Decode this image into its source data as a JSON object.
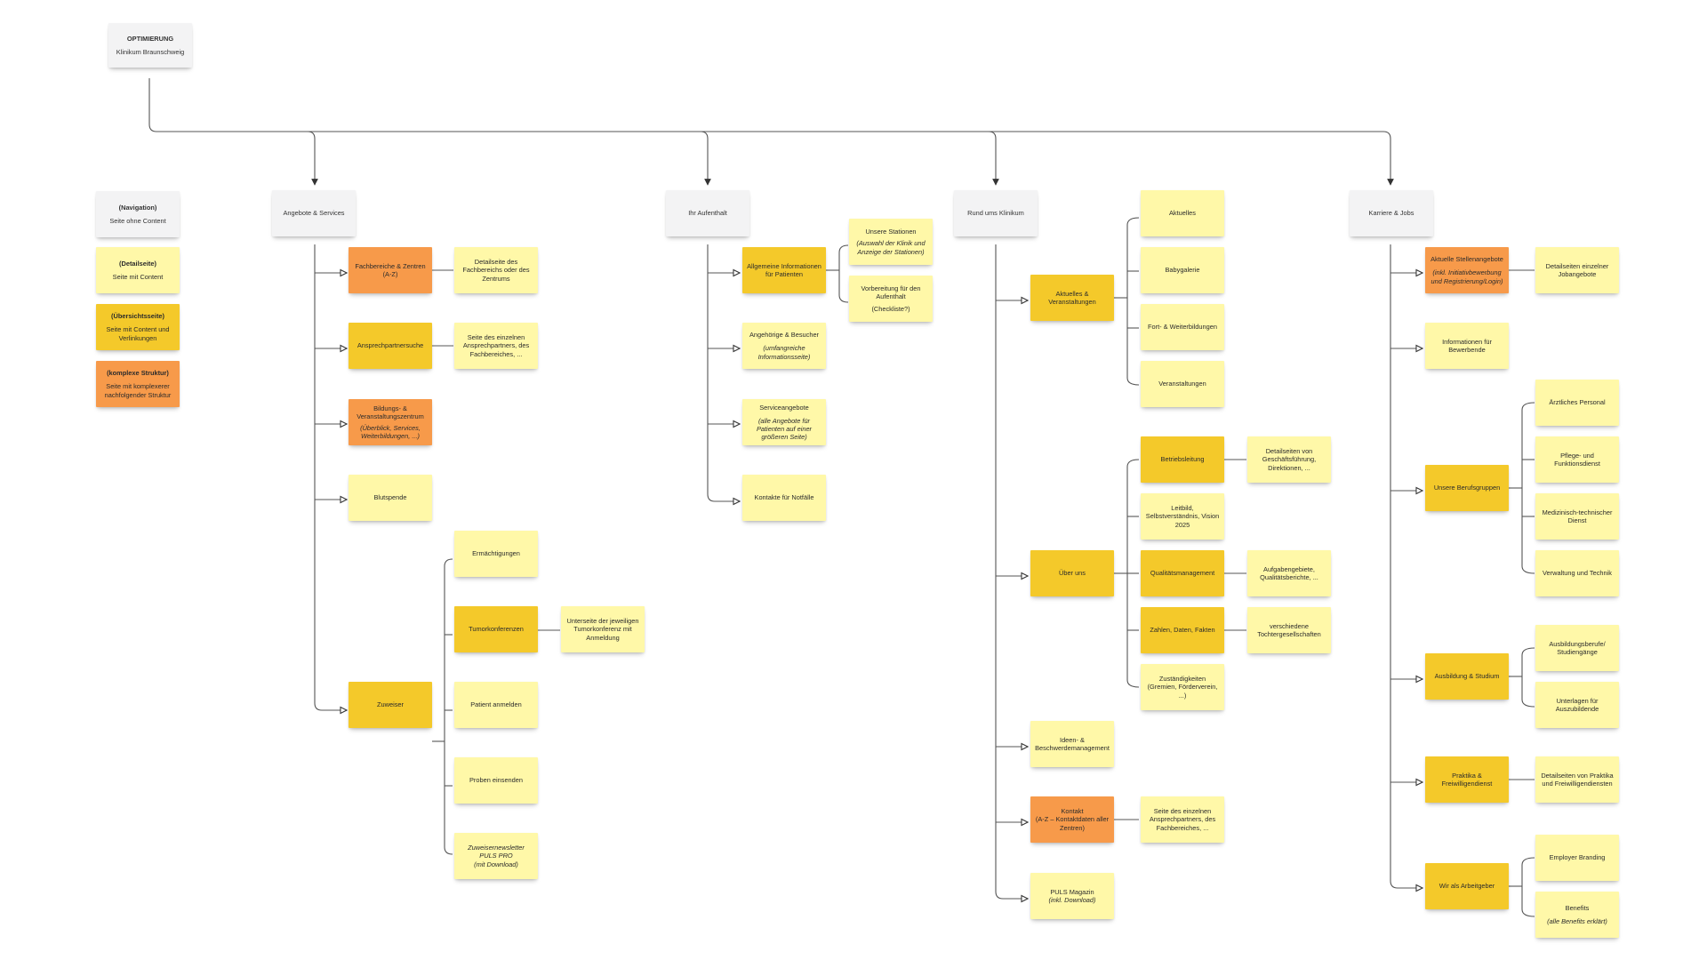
{
  "colors": {
    "white": "#f3f3f4",
    "pale": "#fff8a8",
    "gold": "#f4c92a",
    "orange": "#f79a4a",
    "line": "#555555"
  },
  "root": {
    "title": "OPTIMIERUNG",
    "subtitle": "Klinikum Braunschweig"
  },
  "legend": [
    {
      "title": "(Navigation)",
      "text": "Seite ohne Content",
      "type": "white"
    },
    {
      "title": "(Detailseite)",
      "text": "Seite mit Content",
      "type": "pale"
    },
    {
      "title": "(Übersichtsseite)",
      "text": "Seite mit Content und Verlinkungen",
      "type": "gold"
    },
    {
      "title": "(komplexe Struktur)",
      "text": "Seite mit komplexerer nachfolgender Struktur",
      "type": "orange"
    }
  ],
  "sections": {
    "angebote": "Angebote & Services",
    "aufenthalt": "Ihr Aufenthalt",
    "rund": "Rund ums Klinikum",
    "karriere": "Karriere & Jobs"
  },
  "nodes": {
    "fachbereiche": "Fachbereiche & Zentren\n(A-Z)",
    "fachbereiche_detail": "Detailseite des Fachbereichs oder des Zentrums",
    "ansprech": "Ansprechpartnersuche",
    "ansprech_detail": "Seite des einzelnen Ansprechpartners, des Fachbereiches, ...",
    "bildung_title": "Bildungs- & Veranstaltungszentrum",
    "bildung_note": "(Überblick, Services, Weiterbildungen, ...)",
    "blutspende": "Blutspende",
    "zuweiser": "Zuweiser",
    "ermaechtigungen": "Ermächtigungen",
    "tumor": "Tumorkonferenzen",
    "tumor_detail": "Unterseite der jeweiligen Tumorkonferenz mit Anmeldung",
    "patient": "Patient anmelden",
    "proben": "Proben einsenden",
    "newsletter_title": "Zuweisernewsletter PULS PRO",
    "newsletter_note": "(mit Download)",
    "allg_info": "Allgemeine Informationen für Patienten",
    "stationen_title": "Unsere Stationen",
    "stationen_note": "(Auswahl der Klinik und Anzeige der Stationen)",
    "vorbereitung_title": "Vorbereitung für den Aufenthalt",
    "vorbereitung_note": "(Checkliste?)",
    "angehoerige_title": "Angehörige & Besucher",
    "angehoerige_note": "(umfangreiche Informationsseite)",
    "service_title": "Serviceangebote",
    "service_note": "(alle Angebote für Patienten auf einer größeren Seite)",
    "notfall": "Kontakte für Notfälle",
    "aktuelles_va": "Aktuelles & Veranstaltungen",
    "aktuelles": "Aktuelles",
    "babygalerie": "Babygalerie",
    "fortbildung": "Fort- & Weiterbildungen",
    "veranstaltungen": "Veranstaltungen",
    "ueber_uns": "Über uns",
    "betriebsleitung": "Betriebsleitung",
    "betriebsleitung_detail": "Detailseiten von Geschäftsführung, Direktionen, ...",
    "leitbild": "Leitbild, Selbstverständnis, Vision 2025",
    "qualitaet": "Qualitätsmanagement",
    "qualitaet_detail": "Aufgabengebiete, Qualitätsberichte, ...",
    "zahlen": "Zahlen, Daten, Fakten",
    "zahlen_detail": "verschiedene Tochtergesellschaften",
    "zustaendig": "Zuständigkeiten\n(Gremien, Förderverein, ...)",
    "ideen": "Ideen- & Beschwerdemanagement",
    "kontakt": "Kontakt\n(A-Z – Kontaktdaten aller Zentren)",
    "kontakt_detail": "Seite des einzelnen Ansprechpartners, des Fachbereiches, ...",
    "puls_title": "PULS Magazin",
    "puls_note": "(inkl. Download)",
    "stellen_title": "Aktuelle Stellenangebote",
    "stellen_note": "(inkl. Initiativbewerbung und Registrierung/Login)",
    "stellen_detail": "Detailseiten einzelner Jobangebote",
    "bewerbende": "Informationen für Bewerbende",
    "berufsgruppen": "Unsere Berufsgruppen",
    "aerztlich": "Ärztliches Personal",
    "pflege": "Pflege- und Funktionsdienst",
    "medtech": "Medizinisch-technischer Dienst",
    "verwaltung": "Verwaltung und Technik",
    "ausbildung": "Ausbildung & Studium",
    "ausbildungsberufe": "Ausbildungsberufe/ Studiengänge",
    "unterlagen": "Unterlagen für Auszubildende",
    "praktika": "Praktika & Freiwilligendienst",
    "praktika_detail": "Detailseiten von Praktika und Freiwilligendiensten",
    "arbeitgeber": "Wir als Arbeitgeber",
    "employer": "Employer Branding",
    "benefits_title": "Benefits",
    "benefits_note": "(alle Benefits erklärt)"
  }
}
